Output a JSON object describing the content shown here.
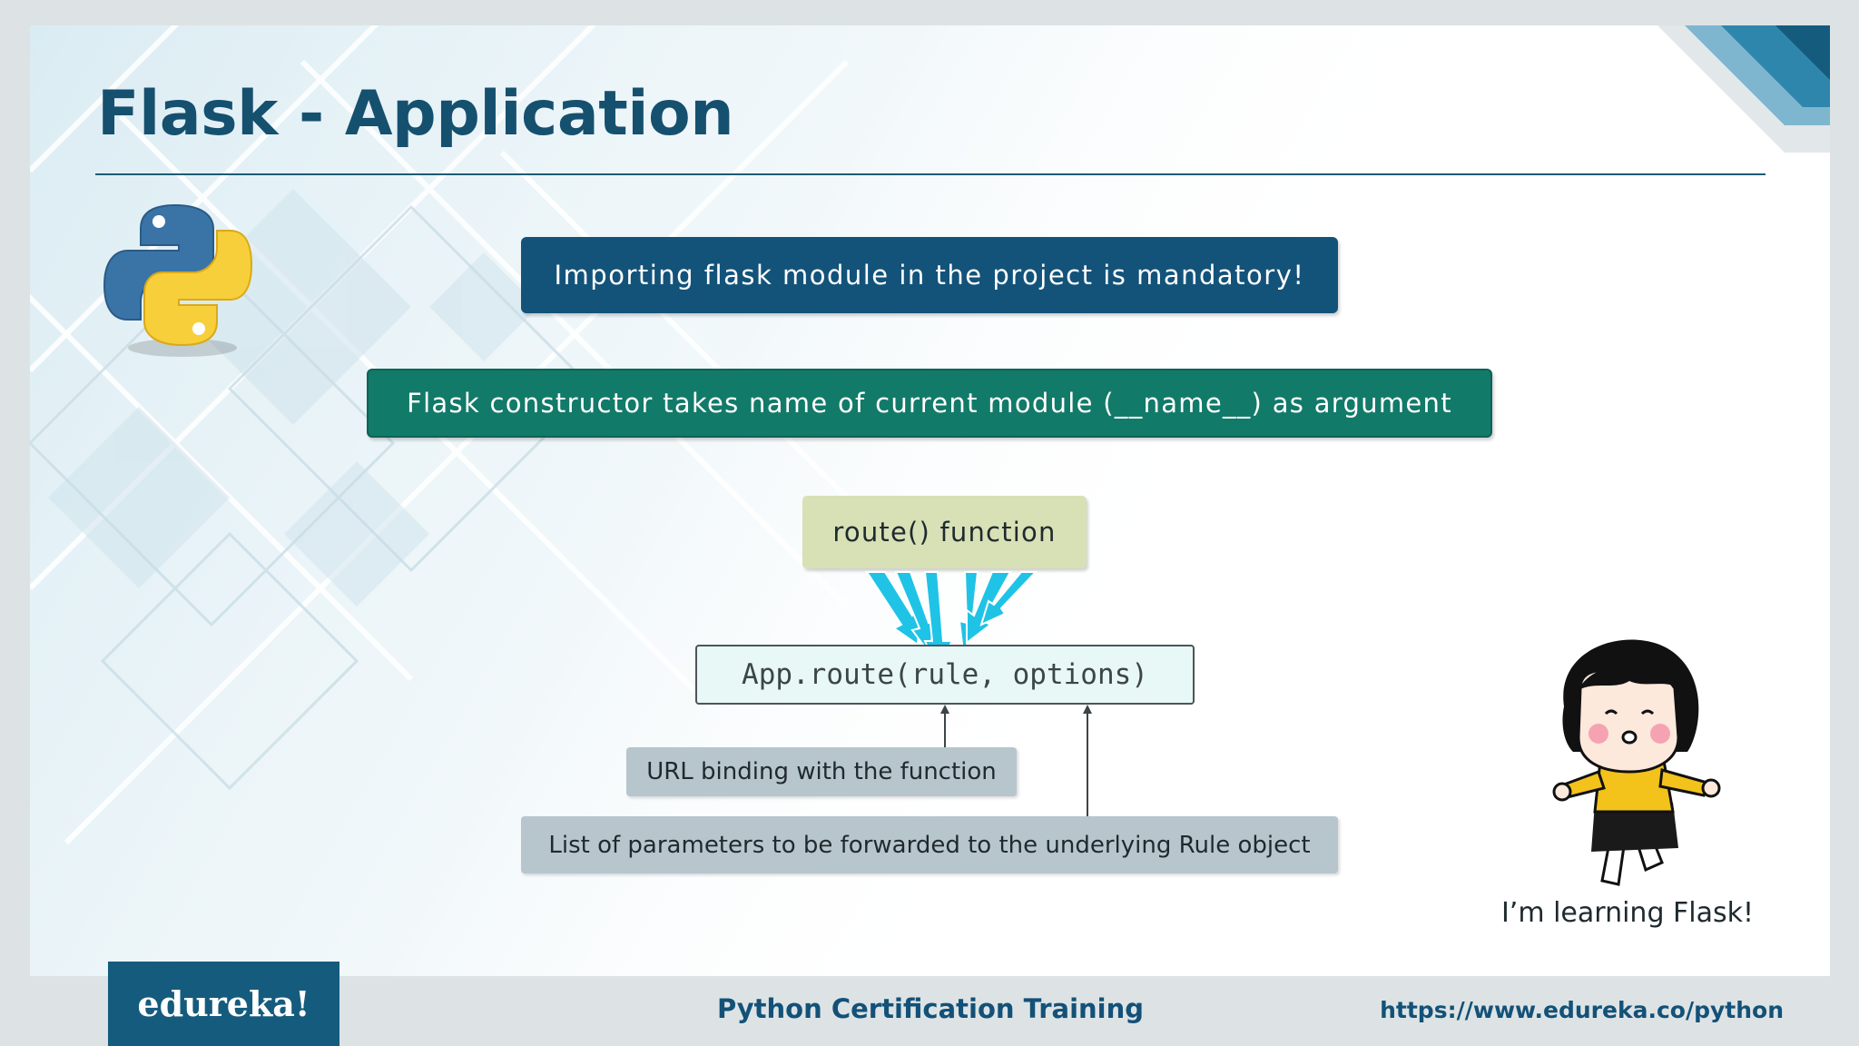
{
  "slide": {
    "title": "Flask - Application",
    "import_note": "Importing flask module in the project is mandatory!",
    "constructor_note": "Flask constructor takes name of current module (__name__) as argument",
    "route_label": "route() function",
    "route_signature": "App.route(rule, options)",
    "rule_note": "URL binding with the function",
    "options_note": "List of parameters to be forwarded to the underlying Rule object",
    "character_caption": "I’m learning Flask!"
  },
  "footer": {
    "brand": "edureka!",
    "course": "Python Certification Training",
    "url": "https://www.edureka.co/python"
  },
  "colors": {
    "title": "#15506f",
    "import_box": "#13537a",
    "constructor_box": "#127a69",
    "route_box": "#d8e0b6",
    "signature_box": "#e8f8f6",
    "note_box": "#b7c6cd",
    "arrows": "#1fc3e6",
    "brand": "#155b7d"
  },
  "icons": {
    "logo": "python-logo-icon",
    "arrows": "arrow-down-icon",
    "character": "cartoon-girl-icon"
  }
}
